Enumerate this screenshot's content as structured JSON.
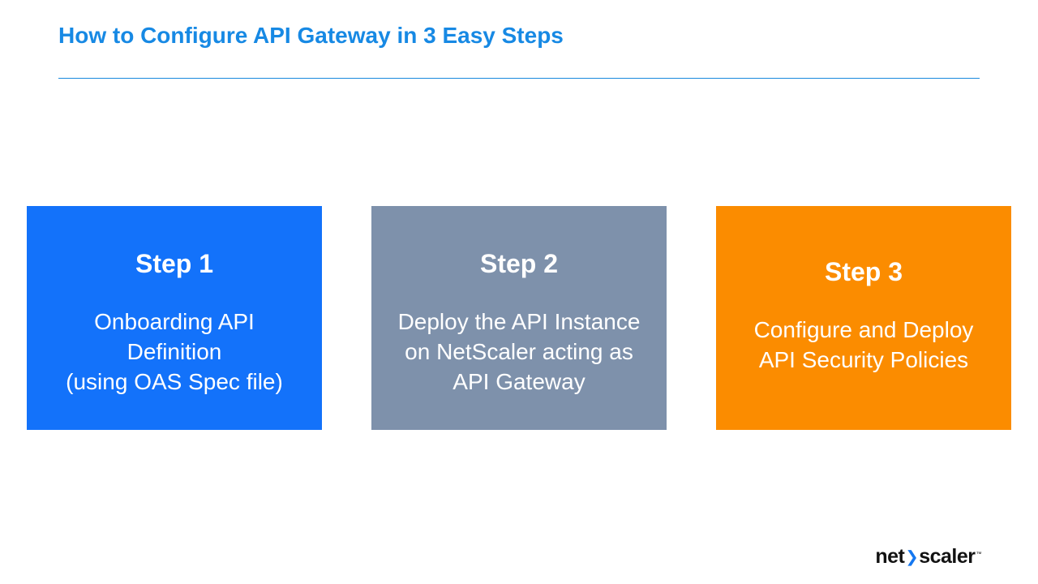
{
  "slide": {
    "title": "How to Configure API Gateway in 3 Easy Steps"
  },
  "steps": [
    {
      "label": "Step 1",
      "color": "#1372fa",
      "lines": [
        "Onboarding API",
        "Definition",
        "(using OAS Spec file)"
      ]
    },
    {
      "label": "Step 2",
      "color": "#7e91ab",
      "lines": [
        "Deploy the API Instance",
        "on NetScaler acting as",
        "API Gateway"
      ]
    },
    {
      "label": "Step 3",
      "color": "#fb8c00",
      "lines": [
        "Configure and Deploy",
        "API Security Policies"
      ]
    }
  ],
  "logo": {
    "net": "net",
    "chevron": "❯",
    "scaler": "scaler",
    "trademark": "™"
  },
  "colors": {
    "title_blue": "#1789e4",
    "divider_blue": "#1989dd",
    "step1_bg": "#1372fa",
    "step2_bg": "#7e91ab",
    "step3_bg": "#fb8c00",
    "card_text": "#ffffff",
    "logo_black": "#121212",
    "logo_chevron_blue": "#1477f0"
  }
}
